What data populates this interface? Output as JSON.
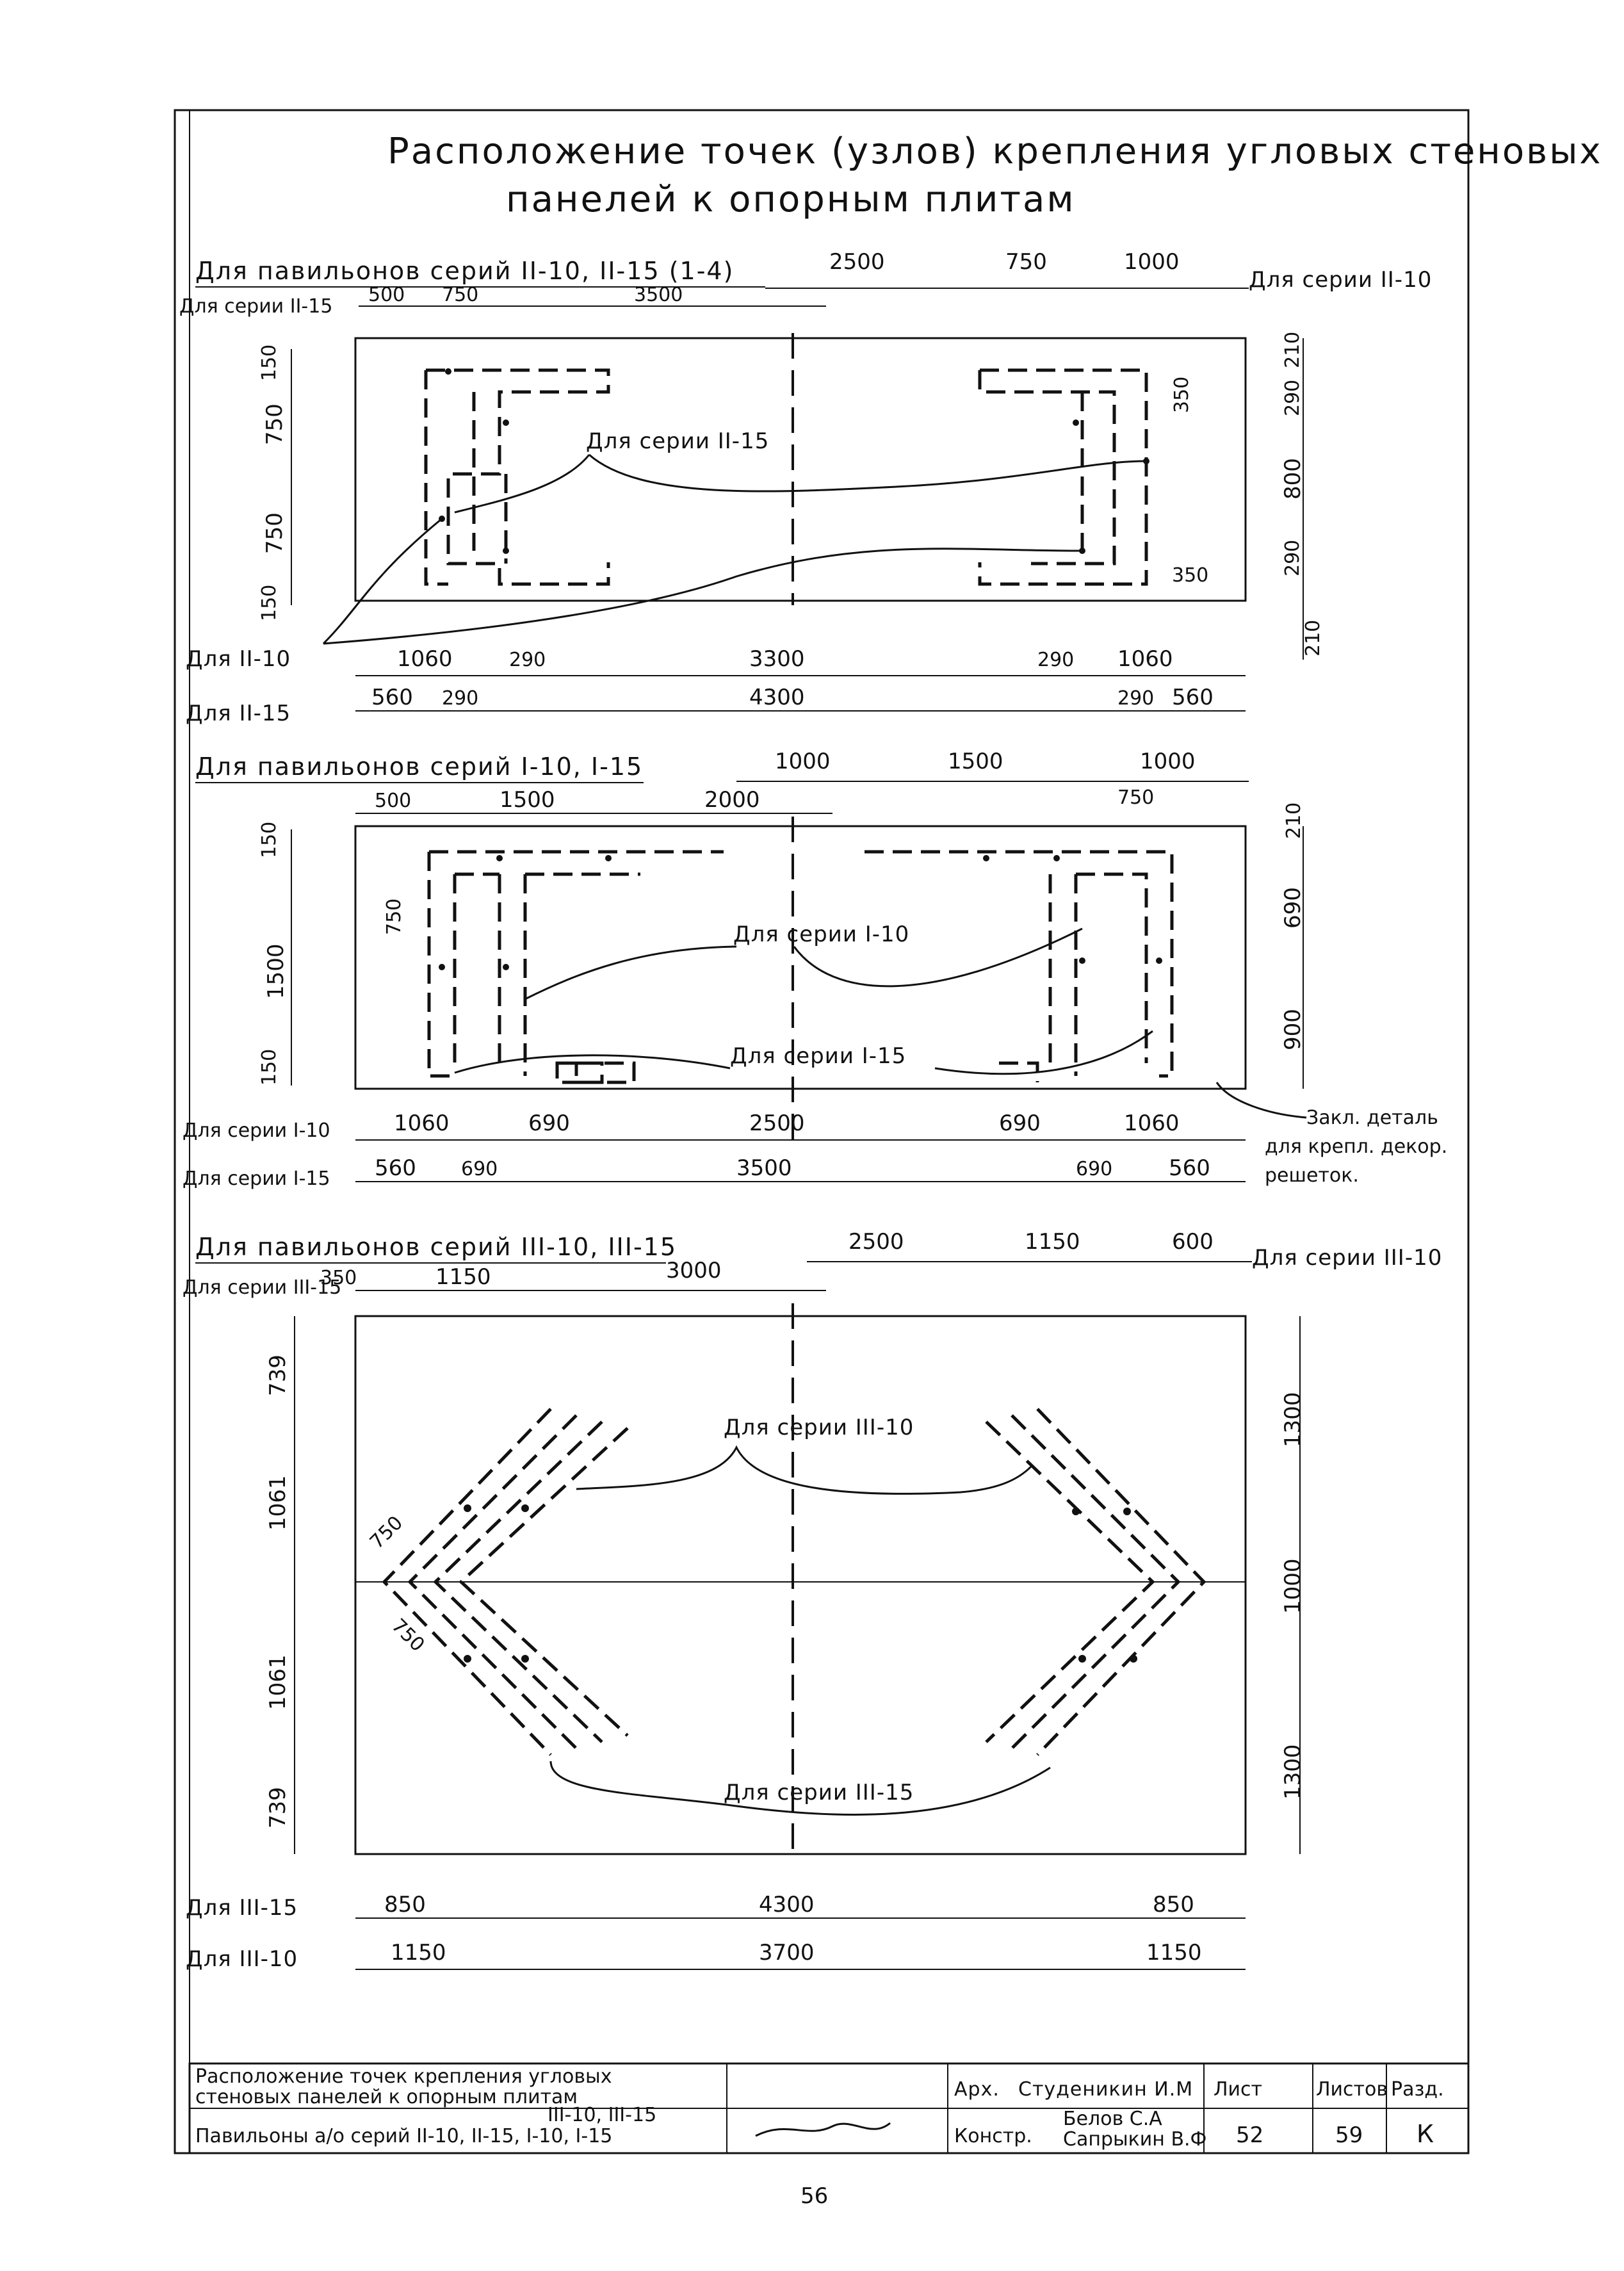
{
  "title": {
    "line1": "Расположение точек (узлов) крепления угловых стеновых",
    "line2": "панелей к опорным плитам"
  },
  "section1": {
    "heading": "Для павильонов серий II-10, II-15 (1-4)",
    "label_s15": "Для серии II-15",
    "label_s10": "Для серии II-10",
    "note_arrow": "Для серии II-15",
    "label_row_10": "Для II-10",
    "label_row_15": "Для II-15",
    "top_dims_10": [
      "2500",
      "750",
      "1000"
    ],
    "top_dims_15": [
      "500",
      "750",
      "3500"
    ],
    "left_dims": [
      "150",
      "750",
      "750",
      "150"
    ],
    "right_dims": [
      "210",
      "290",
      "800",
      "290",
      "210"
    ],
    "inner_dims": [
      "350",
      "350"
    ],
    "bottom_dims_10": [
      "1060",
      "290",
      "3300",
      "290",
      "1060"
    ],
    "bottom_dims_15": [
      "560",
      "290",
      "4300",
      "290",
      "560"
    ]
  },
  "section2": {
    "heading": "Для павильонов серий I-10, I-15",
    "top_dims_10": [
      "1000",
      "1500",
      "1000"
    ],
    "top_dims_15": [
      "500",
      "1500",
      "2000"
    ],
    "inner_top_dim": "750",
    "left_dims": [
      "150",
      "1500",
      "150"
    ],
    "left_inner_dim": "750",
    "right_dims": [
      "210",
      "690",
      "900"
    ],
    "note_s10": "Для серии I-10",
    "note_s15": "Для серии I-15",
    "label_row_10": "Для серии I-10",
    "label_row_15": "Для серии I-15",
    "bottom_dims_10": [
      "1060",
      "690",
      "2500",
      "690",
      "1060"
    ],
    "bottom_dims_15": [
      "560",
      "690",
      "3500",
      "690",
      "560"
    ],
    "side_note": [
      "Закл. деталь",
      "для крепл. декор.",
      "решеток."
    ]
  },
  "section3": {
    "heading": "Для павильонов серий III-10, III-15",
    "label_s15": "Для серии III-15",
    "label_s10": "Для серии III-10",
    "top_dims_10": [
      "2500",
      "1150",
      "600"
    ],
    "top_dims_15": [
      "350",
      "1150",
      "3000"
    ],
    "left_dims": [
      "739",
      "1061",
      "1061",
      "739"
    ],
    "right_dims": [
      "1300",
      "1000",
      "1300"
    ],
    "diag_dims": [
      "750",
      "750"
    ],
    "note_s10": "Для серии III-10",
    "note_s15": "Для серии III-15",
    "label_row_15": "Для III-15",
    "label_row_10": "Для III-10",
    "bottom_dims_15": [
      "850",
      "4300",
      "850"
    ],
    "bottom_dims_10": [
      "1150",
      "3700",
      "1150"
    ]
  },
  "titleblock": {
    "desc_line1": "Расположение точек крепления угловых",
    "desc_line2": "стеновых панелей к опорным плитам",
    "series_line": "Павильоны а/о серий II-10, II-15, I-10, I-15",
    "series_sup": "III-10, III-15",
    "arch_label": "Арх.",
    "arch_name": "Студеникин И.М",
    "constr_label": "Констр.",
    "constr_name1": "Белов С.А",
    "constr_name2": "Сапрыкин В.Ф",
    "sheet_label": "Лист",
    "sheets_label": "Листов",
    "section_label": "Разд.",
    "sheet_value": "52",
    "sheets_value": "59",
    "section_value": "К"
  },
  "page_number": "56"
}
